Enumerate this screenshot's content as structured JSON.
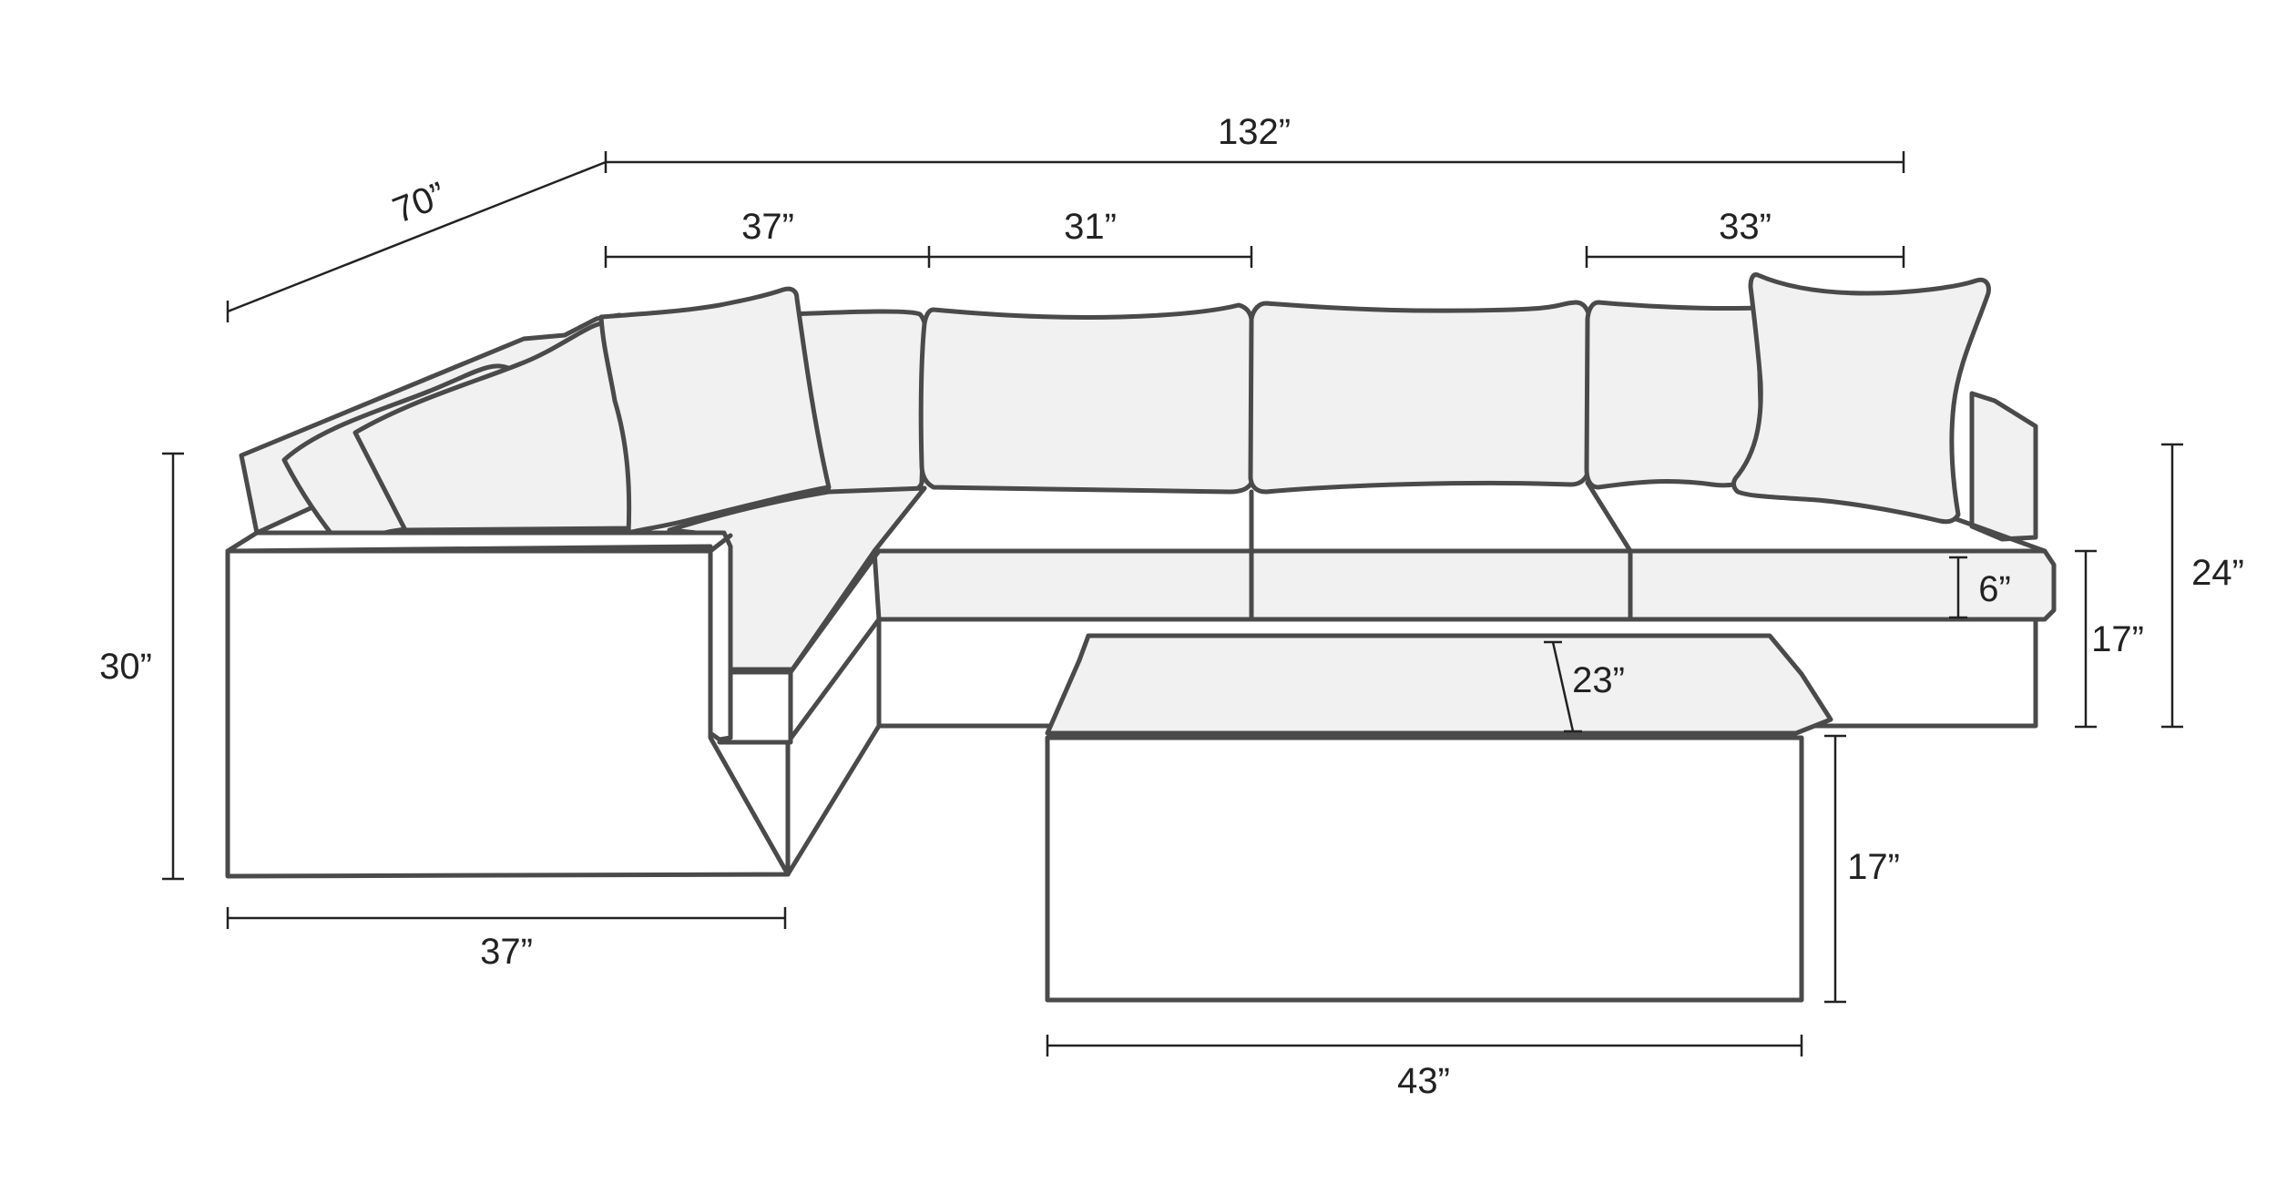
{
  "dimensions": {
    "overall_width": "132”",
    "overall_depth": "70”",
    "corner_back_width": "37”",
    "middle_back_width": "31”",
    "right_back_width": "33”",
    "chaise_width": "37”",
    "chaise_height": "30”",
    "back_height": "24”",
    "seat_height": "17”",
    "cushion_thickness": "6”",
    "ottoman_depth": "23”",
    "ottoman_height": "17”",
    "ottoman_width": "43”"
  },
  "colors": {
    "outline": "#4a4a4a",
    "fill": "#f1f1f1",
    "dimension_line": "#222222",
    "background": "#ffffff"
  }
}
